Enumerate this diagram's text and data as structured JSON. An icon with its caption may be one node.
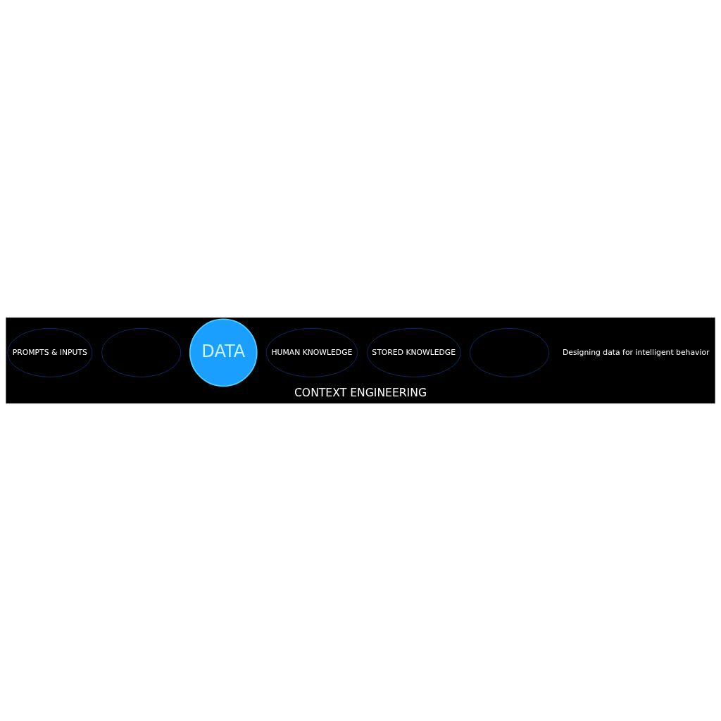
{
  "diagram": {
    "title": "CONTEXT ENGINEERING",
    "caption": "Designing data for intelligent behavior",
    "nodes": [
      {
        "text": [
          "PROMPTS & INPUTS"
        ]
      },
      {
        "text": [],
        "shape": "ellipse"
      },
      {
        "text": [
          "DATA"
        ]
      },
      {
        "text": [
          "HUMAN KNOWLEDGE"
        ]
      },
      {
        "text": [
          "STORED KNOWLEDGE"
        ]
      },
      {
        "text": [],
        "shape": "ellipse"
      }
    ]
  }
}
